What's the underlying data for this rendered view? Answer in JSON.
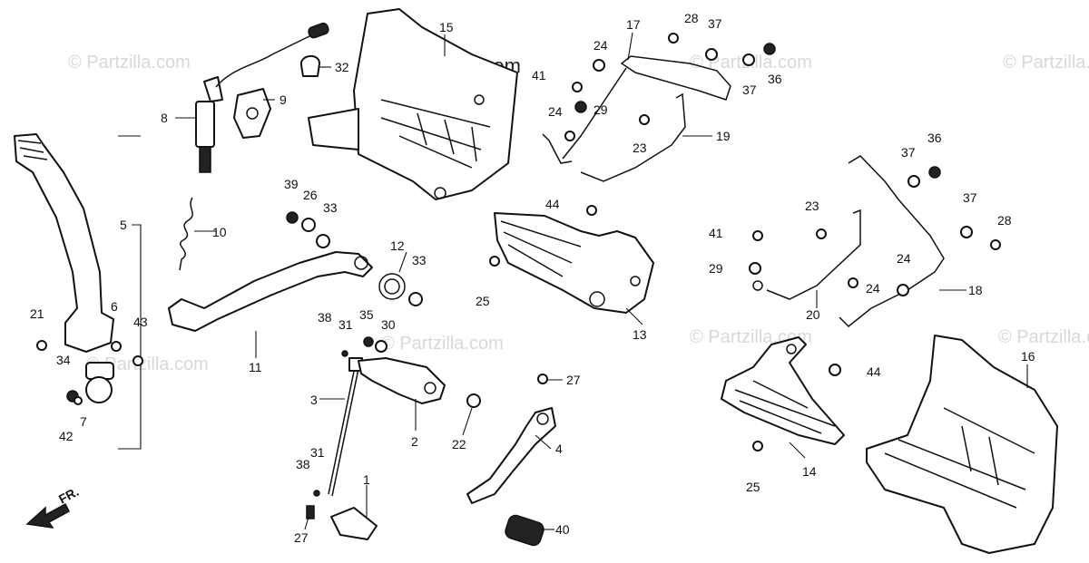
{
  "watermarks": {
    "brand_main": "Partzilla.com",
    "brand_faint": "© Partzilla.com"
  },
  "direction_label": "FR.",
  "part_labels": {
    "p1": "1",
    "p2": "2",
    "p3": "3",
    "p4": "4",
    "p5": "5",
    "p6": "6",
    "p7": "7",
    "p8": "8",
    "p9": "9",
    "p10": "10",
    "p11": "11",
    "p12": "12",
    "p13": "13",
    "p14": "14",
    "p15": "15",
    "p16": "16",
    "p17": "17",
    "p18": "18",
    "p19": "19",
    "p20": "20",
    "p21": "21",
    "p22": "22",
    "p23a": "23",
    "p23b": "23",
    "p24a": "24",
    "p24b": "24",
    "p24c": "24",
    "p24d": "24",
    "p25a": "25",
    "p25b": "25",
    "p26": "26",
    "p27a": "27",
    "p27b": "27",
    "p28a": "28",
    "p28b": "28",
    "p29a": "29",
    "p29b": "29",
    "p30": "30",
    "p31a": "31",
    "p31b": "31",
    "p32": "32",
    "p33a": "33",
    "p33b": "33",
    "p34": "34",
    "p35": "35",
    "p36a": "36",
    "p36b": "36",
    "p37a": "37",
    "p37b": "37",
    "p37c": "37",
    "p37d": "37",
    "p38a": "38",
    "p38b": "38",
    "p39": "39",
    "p40": "40",
    "p41a": "41",
    "p41b": "41",
    "p42": "42",
    "p43": "43",
    "p44a": "44",
    "p44b": "44"
  }
}
